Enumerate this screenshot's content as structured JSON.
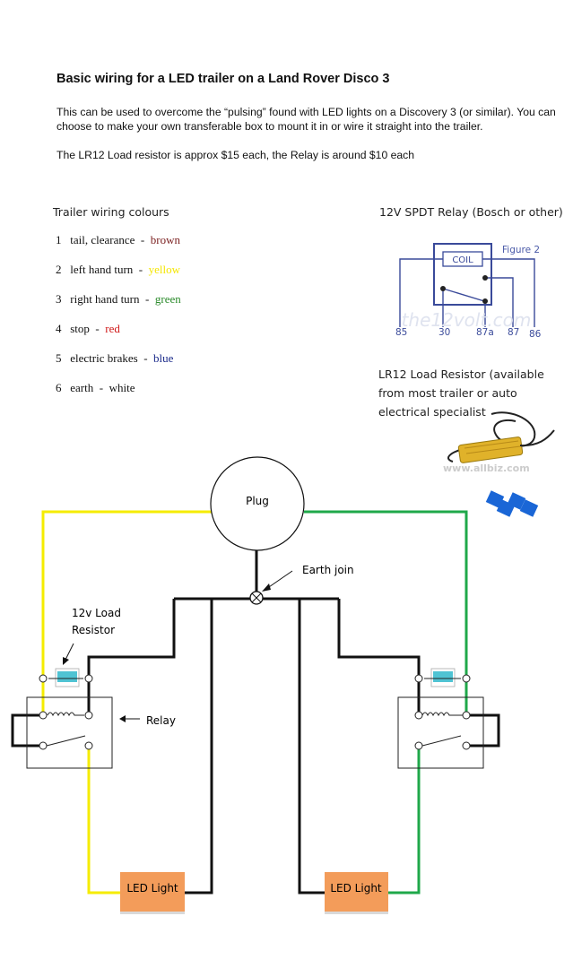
{
  "title": "Basic wiring for a LED trailer on a Land Rover Disco 3",
  "intro": "This can be used to overcome the “pulsing” found with LED lights on a Discovery 3 (or similar). You can choose to make your own transferable box to mount it in or wire it straight into the trailer.",
  "price_note": "The LR12 Load resistor is approx $15 each, the Relay is around $10 each",
  "wiring": {
    "heading": "Trailer wiring colours",
    "items": [
      {
        "num": "1",
        "label": "tail, clearance",
        "colour": "brown",
        "hex": "#7a1f1f"
      },
      {
        "num": "2",
        "label": "left hand turn",
        "colour": "yellow",
        "hex": "#f5e600"
      },
      {
        "num": "3",
        "label": "right hand turn",
        "colour": "green",
        "hex": "#2a8a2a"
      },
      {
        "num": "4",
        "label": "stop",
        "colour": "red",
        "hex": "#d01a1a"
      },
      {
        "num": "5",
        "label": "electric brakes",
        "colour": "blue",
        "hex": "#1a2a8a"
      },
      {
        "num": "6",
        "label": "earth",
        "colour": "white",
        "hex": "#111111"
      }
    ]
  },
  "relay_figure": {
    "heading": "12V SPDT Relay (Bosch or other)",
    "caption": "Figure 2",
    "coil": "COIL",
    "watermark": "the12volt.com",
    "pins": [
      "85",
      "30",
      "87a",
      "87",
      "86"
    ]
  },
  "resistor_figure": {
    "heading": "LR12 Load Resistor (available from most trailer or auto electrical specialist",
    "watermark": "www.allbiz.com"
  },
  "diagram": {
    "plug": "Plug",
    "earth_join": "Earth join",
    "load_resistor": "12v Load Resistor",
    "relay": "Relay",
    "led_left": "LED Light",
    "led_right": "LED Light",
    "wire_yellow": "#f5ec00",
    "wire_green": "#1fa84a",
    "wire_black": "#111111",
    "led_fill": "#f39c5a"
  }
}
